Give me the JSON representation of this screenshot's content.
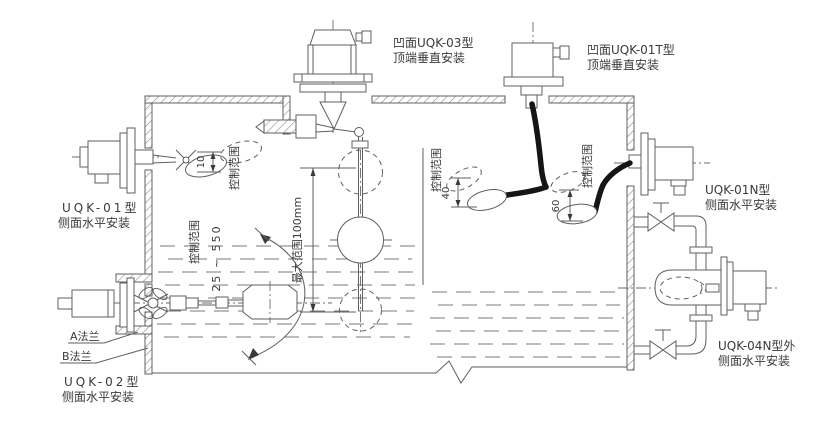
{
  "diagram": {
    "devices": {
      "uqk03": {
        "label_line1": "凹面UQK-03型",
        "label_line2": "顶端垂直安装"
      },
      "uqk01t": {
        "label_line1": "凹面UQK-01T型",
        "label_line2": "顶端垂直安装"
      },
      "uqk01": {
        "label_line1": "UQK-01型",
        "label_line2": "侧面水平安装"
      },
      "uqk02": {
        "label_line1": "UQK-02型",
        "label_line2": "侧面水平安装",
        "flange_a": "A法兰",
        "flange_b": "B法兰",
        "swing_range": "25 ~ 550"
      },
      "uqk01n": {
        "label_line1": "UQK-01N型",
        "label_line2": "侧面水平安装"
      },
      "uqk04n": {
        "label_line1": "UQK-04N型外",
        "label_line2": "侧面水平安装"
      }
    },
    "annotations": {
      "control_range": "控制范围",
      "max_range": "最大范围100mm",
      "dim_uqk01": "10",
      "dim_uqk01t": "40",
      "dim_uqk01n": "60"
    },
    "colors": {
      "line": "#5f5f5f",
      "cable": "#151515",
      "text": "#3a3a3a",
      "background": "#ffffff"
    }
  }
}
